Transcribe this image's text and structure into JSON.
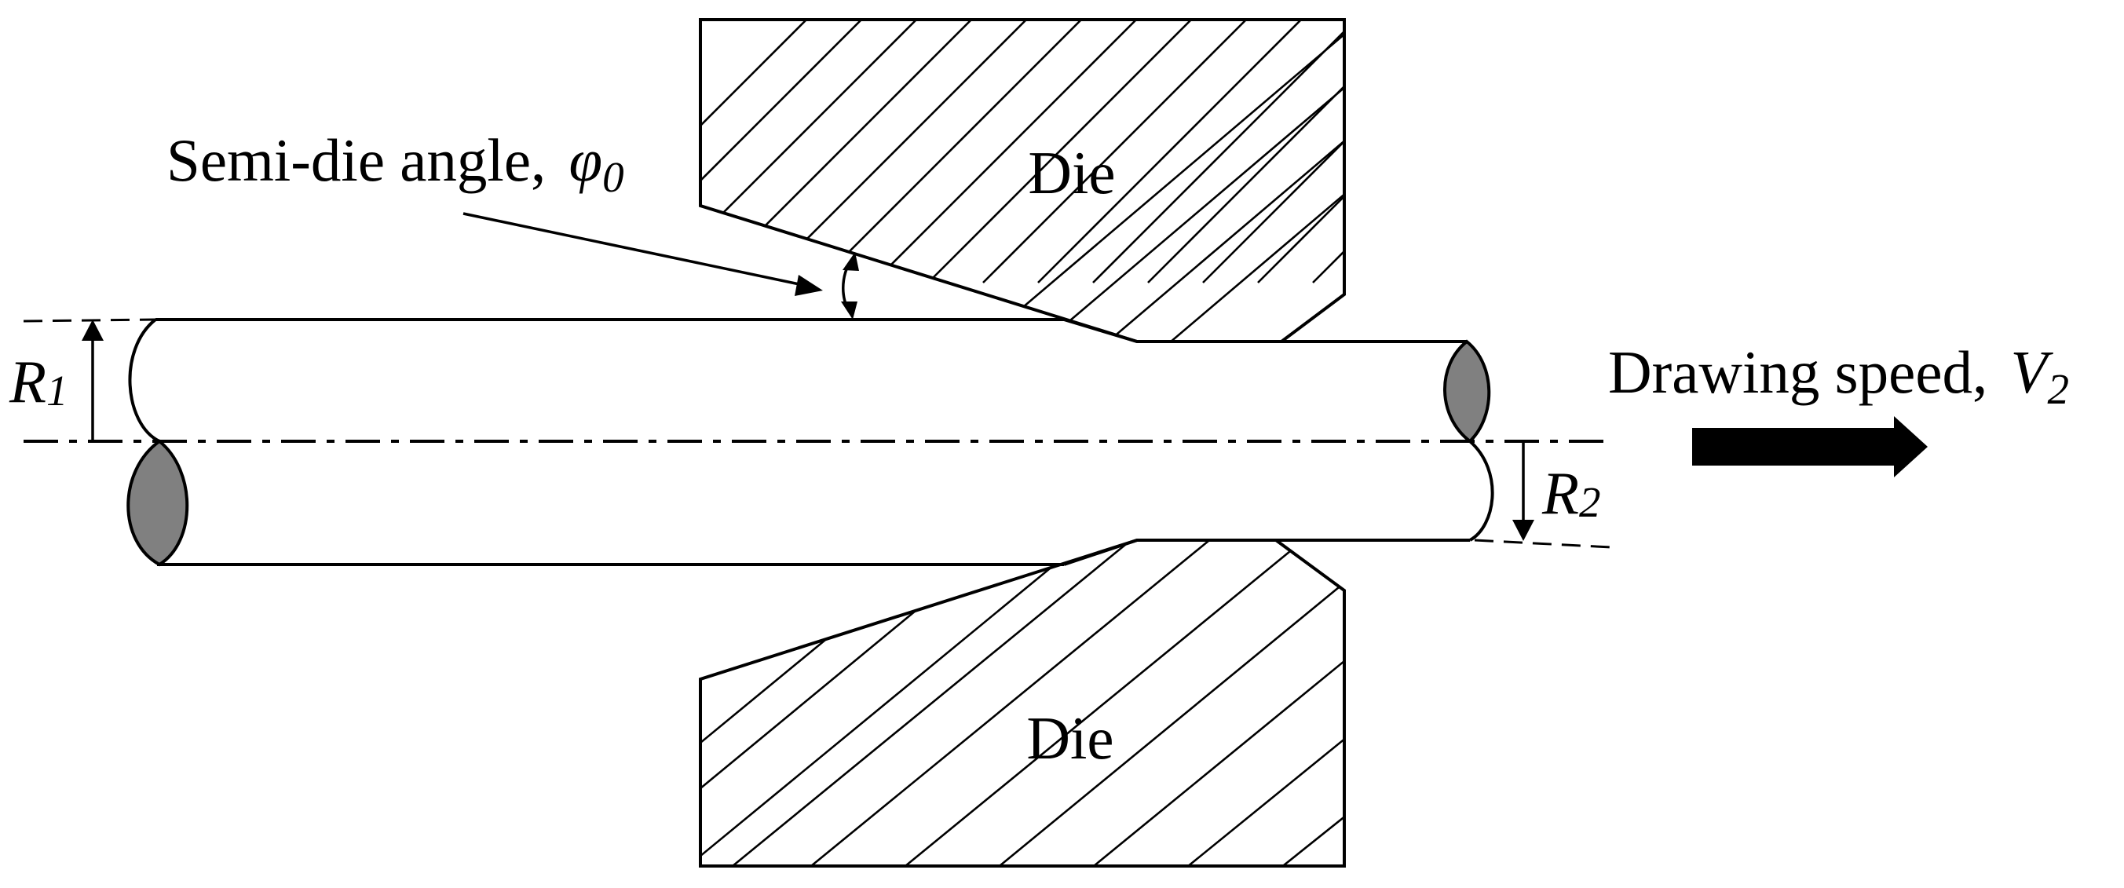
{
  "labels": {
    "semi_die_angle": "Semi-die angle,",
    "phi_symbol": "φ",
    "phi_subscript": "0",
    "die_top": "Die",
    "die_bottom": "Die",
    "drawing_speed": "Drawing speed,",
    "v_symbol": "V",
    "v_subscript": "2",
    "r1_symbol": "R",
    "r1_subscript": "1",
    "r2_symbol": "R",
    "r2_subscript": "2"
  },
  "colors": {
    "line": "#000000",
    "section_fill": "#808080",
    "background": "#ffffff"
  }
}
